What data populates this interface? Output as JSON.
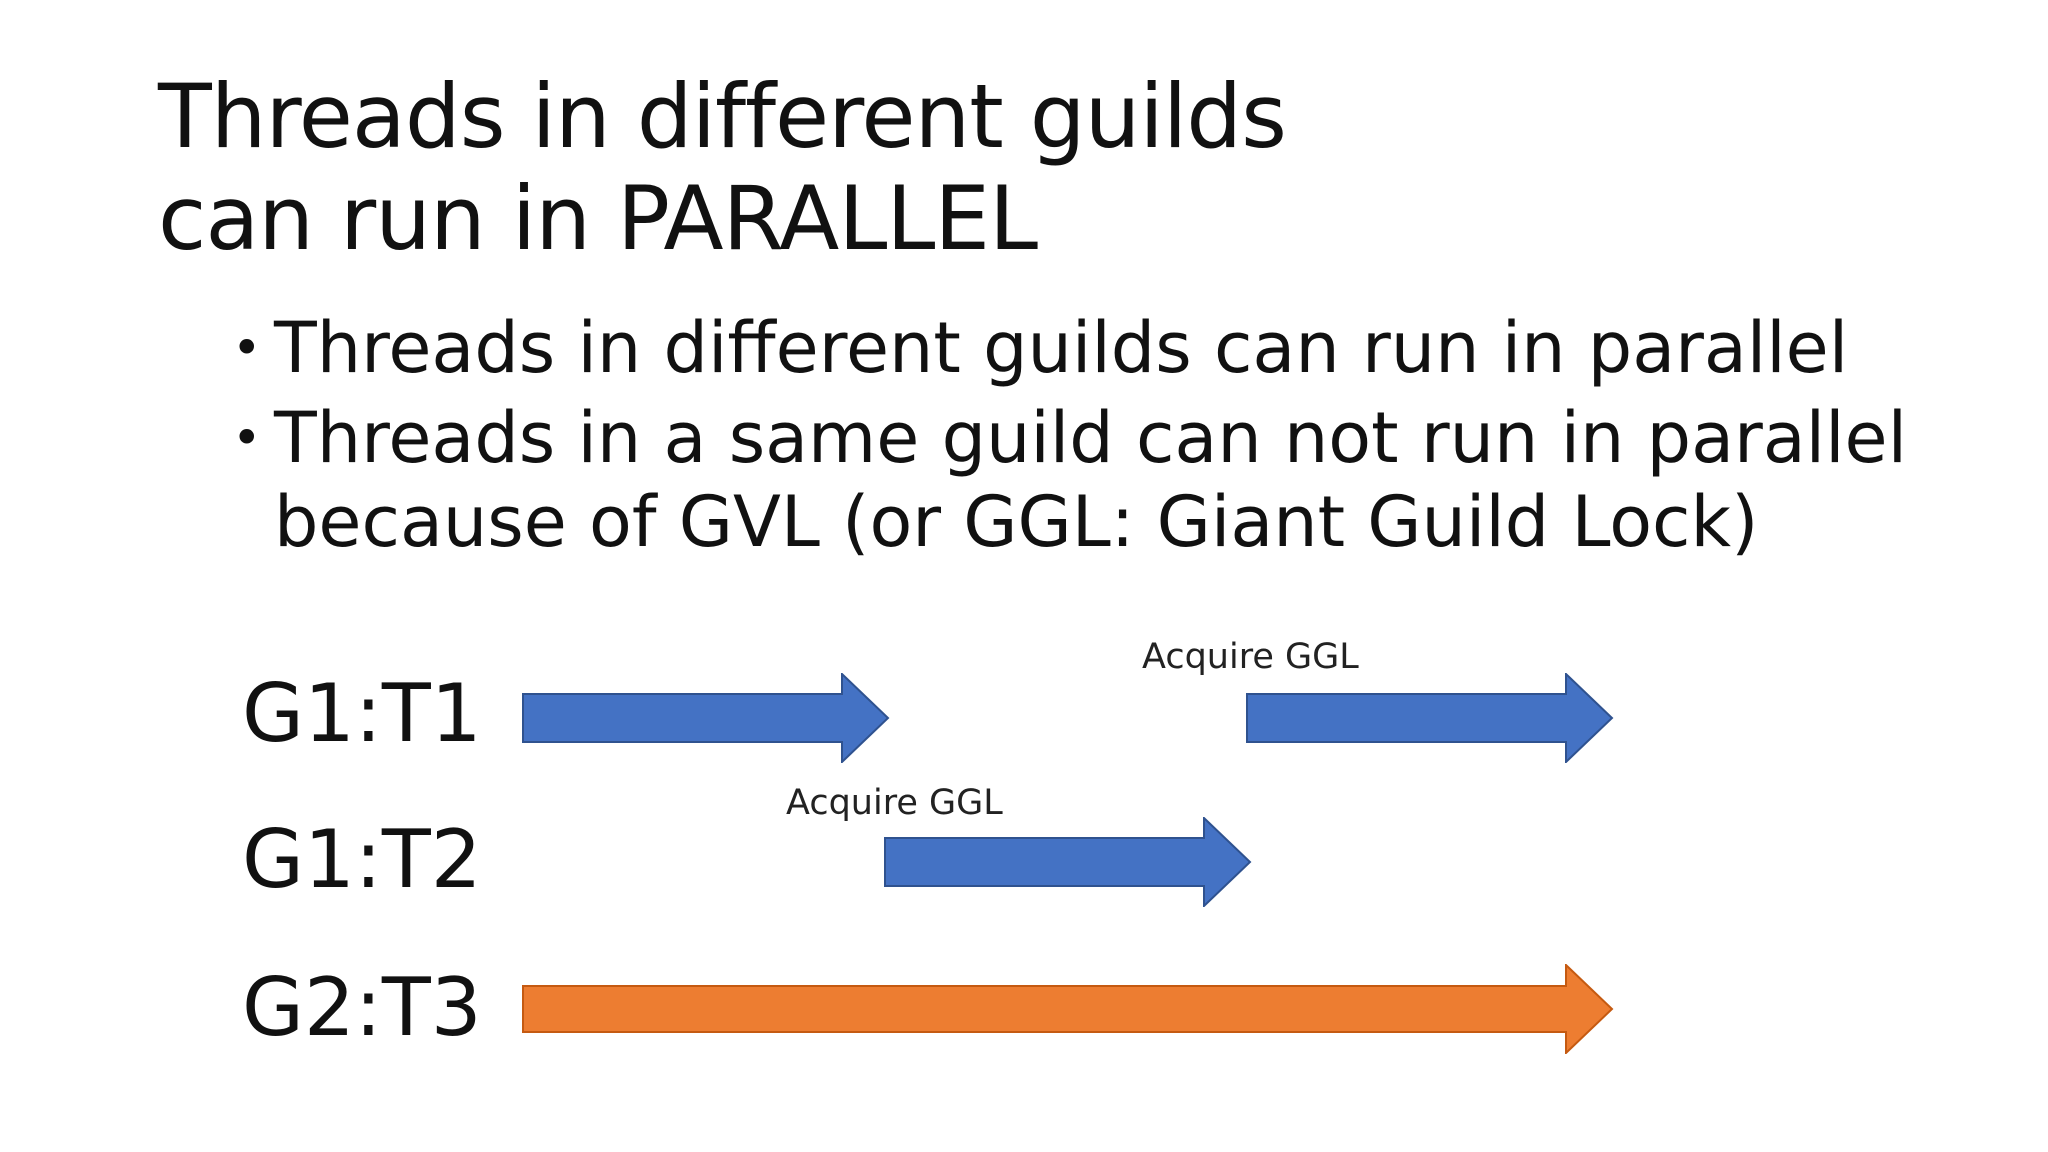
{
  "slide": {
    "title_lines": [
      "Threads in different guilds",
      "can run in PARALLEL"
    ],
    "bullets": [
      "Threads in different guilds can run in parallel",
      "Threads in a same guild can not run in parallel because of GVL (or GGL: Giant Guild Lock)"
    ]
  },
  "diagram": {
    "threads": [
      "G1:T1",
      "G1:T2",
      "G2:T3"
    ],
    "annotations": {
      "acquire_t1": "Acquire GGL",
      "acquire_t2": "Acquire GGL"
    },
    "colors": {
      "guild1_arrow": "#4472C4",
      "guild1_arrow_stroke": "#2F528F",
      "guild2_arrow": "#ED7D31",
      "guild2_arrow_stroke": "#C55A11"
    }
  }
}
